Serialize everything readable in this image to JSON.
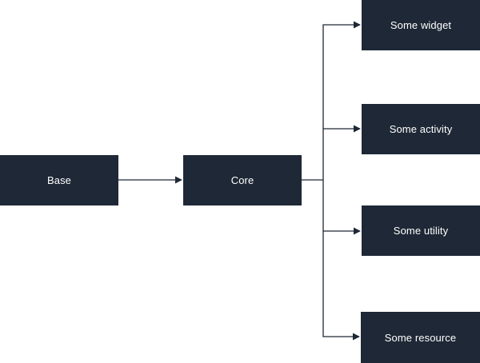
{
  "colors": {
    "node_fill": "#1e2836",
    "node_text": "#ffffff",
    "edge": "#1e2836",
    "background": "#ffffff"
  },
  "nodes": {
    "base": "Base",
    "core": "Core",
    "widget": "Some widget",
    "activity": "Some activity",
    "utility": "Some utility",
    "resource": "Some resource"
  },
  "edges": [
    {
      "from": "base",
      "to": "core"
    },
    {
      "from": "core",
      "to": "widget"
    },
    {
      "from": "core",
      "to": "activity"
    },
    {
      "from": "core",
      "to": "utility"
    },
    {
      "from": "core",
      "to": "resource"
    }
  ]
}
